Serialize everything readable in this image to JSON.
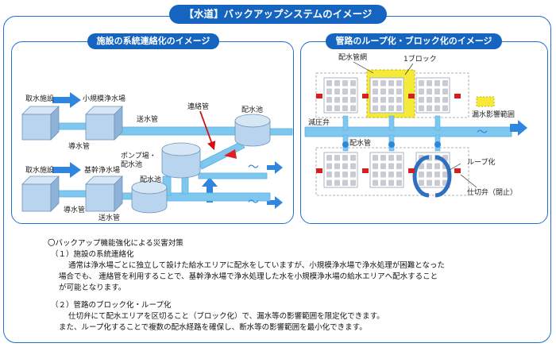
{
  "title": "【水道】バックアップシステムのイメージ",
  "left_panel": {
    "title": "施設の系統連絡化のイメージ",
    "labels": {
      "intake1": "取水施設",
      "small_plant": "小規模浄水場",
      "intake_pipe1": "導水管",
      "transmission_pipe1": "送水管",
      "connection_pipe": "連絡管",
      "reservoir_top": "配水池",
      "pump": "ポンプ場・\n配水池",
      "intake2": "取水施設",
      "main_plant": "基幹浄水場",
      "reservoir_mid": "配水池",
      "intake_pipe2": "導水管",
      "transmission_pipe2": "送水管"
    },
    "wave": "～"
  },
  "right_panel": {
    "title": "管路のループ化・ブロック化のイメージ",
    "labels": {
      "distribution_main": "配水管網",
      "one_block": "1ブロック",
      "leak_range": "漏水影響範囲",
      "pressure_valve": "減圧弁",
      "distribution_pipe": "配水管",
      "loop": "ループ化",
      "gate_valve": "仕切弁（閉止）"
    },
    "wave": "～"
  },
  "text": {
    "heading": "〇バックアップ機能強化による災害対策",
    "s1_title": "（１）施設の系統連絡化",
    "s1_line1": "通常は浄水場ごとに独立して設けた給水エリアに配水をしていますが、小規模浄水場で浄水処理が困難となった",
    "s1_line2": "場合でも、 連絡管を利用することで、基幹浄水場で浄水処理した水を小規模浄水場の給水エリアへ配水すること",
    "s1_line3": "が可能となります。",
    "s2_title": "（２）管路のブロック化・ループ化",
    "s2_line1": "仕切弁にて配水エリアを区切ること（ブロック化）で、漏水等の影響範囲を限定化できます。",
    "s2_line2": "また、ループ化することで複数の配水経路を確保し、断水等の影響範囲を最小化できます。"
  },
  "colors": {
    "accent": "#1565c0",
    "pipe": "#7ec8ef",
    "box": "#b9d4ee",
    "arrow": "#2e86de",
    "red": "#e02020",
    "leak": "#f5e93a"
  }
}
